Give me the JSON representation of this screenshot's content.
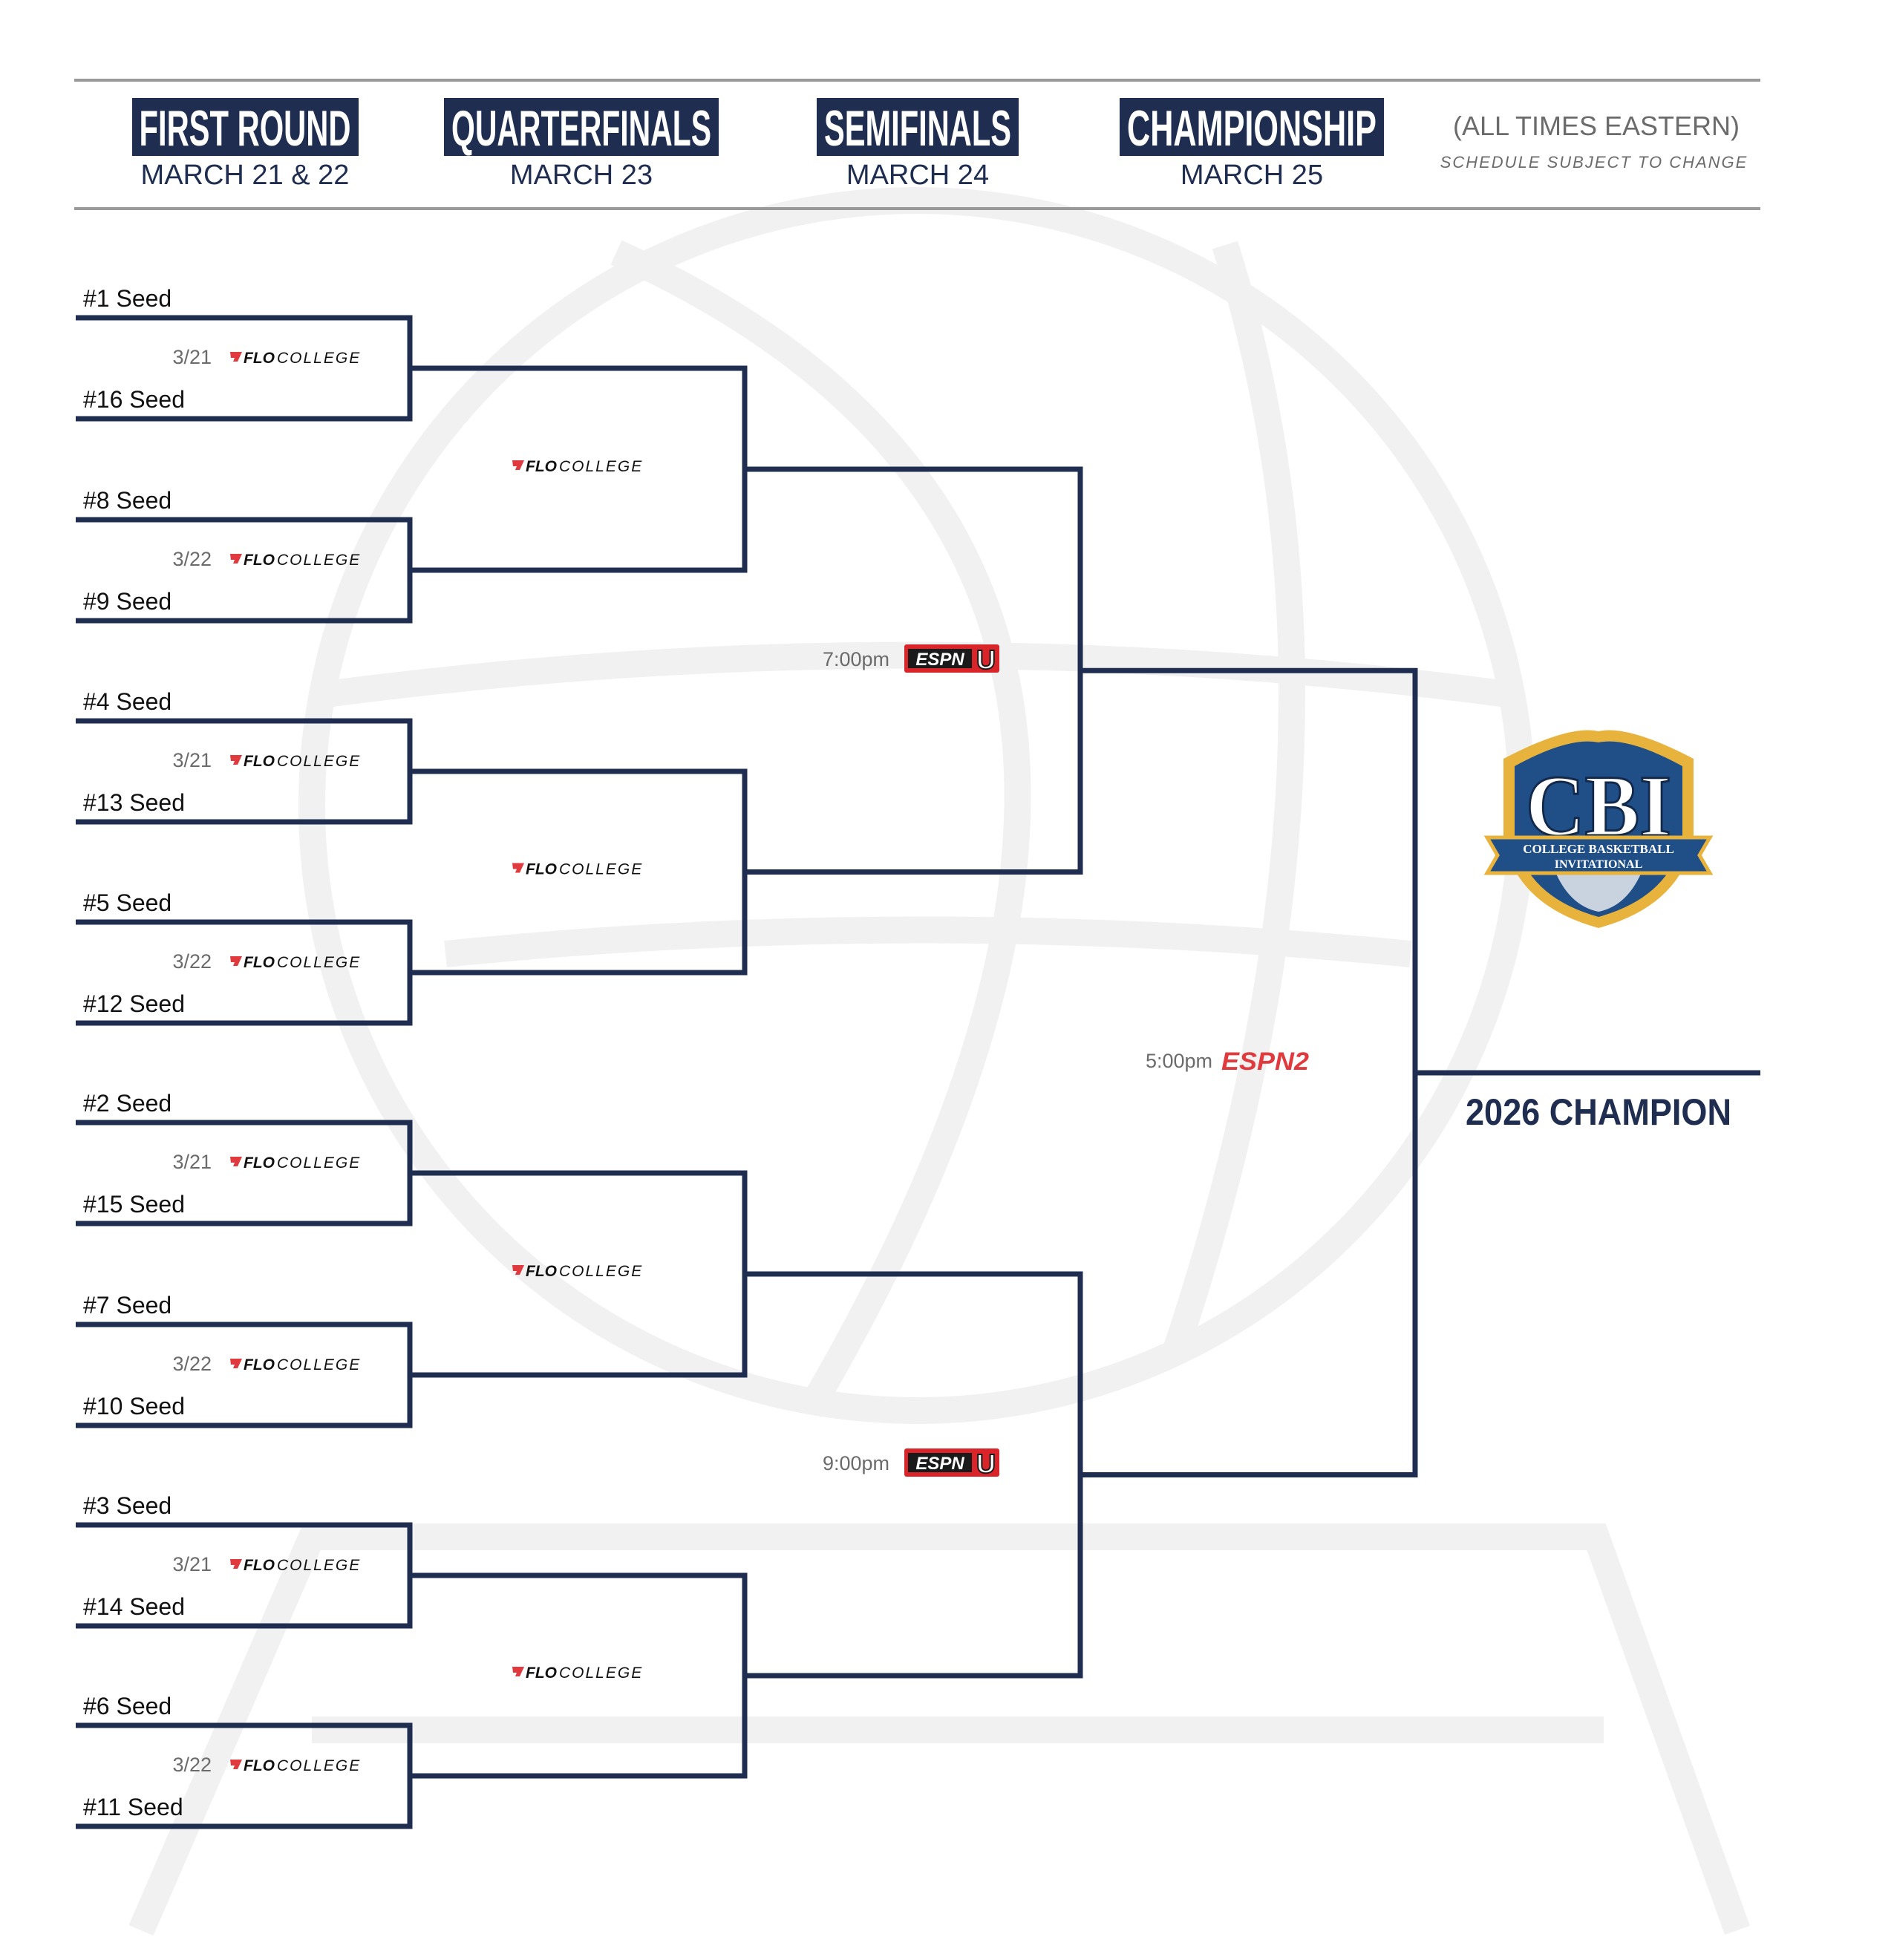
{
  "header": {
    "rounds": [
      {
        "title": "FIRST ROUND",
        "date": "MARCH 21 & 22"
      },
      {
        "title": "QUARTERFINALS",
        "date": "MARCH 23"
      },
      {
        "title": "SEMIFINALS",
        "date": "MARCH 24"
      },
      {
        "title": "CHAMPIONSHIP",
        "date": "MARCH 25"
      }
    ],
    "timezone_note": "(ALL TIMES EASTERN)",
    "schedule_note": "SCHEDULE SUBJECT TO CHANGE"
  },
  "first_round": [
    {
      "top": "#1 Seed",
      "bottom": "#16 Seed",
      "date": "3/21"
    },
    {
      "top": "#8 Seed",
      "bottom": "#9 Seed",
      "date": "3/22"
    },
    {
      "top": "#4 Seed",
      "bottom": "#13 Seed",
      "date": "3/21"
    },
    {
      "top": "#5 Seed",
      "bottom": "#12 Seed",
      "date": "3/22"
    },
    {
      "top": "#2 Seed",
      "bottom": "#15 Seed",
      "date": "3/21"
    },
    {
      "top": "#7 Seed",
      "bottom": "#10 Seed",
      "date": "3/22"
    },
    {
      "top": "#3 Seed",
      "bottom": "#14 Seed",
      "date": "3/21"
    },
    {
      "top": "#6 Seed",
      "bottom": "#11 Seed",
      "date": "3/22"
    }
  ],
  "broadcast": {
    "flo_prefix": "FLO",
    "flo_suffix": "COLLEGE",
    "espnu_text": "ESPN",
    "espnu_letter": "U",
    "espn2_text": "ESPN2"
  },
  "semifinals": [
    {
      "time": "7:00pm"
    },
    {
      "time": "9:00pm"
    }
  ],
  "championship": {
    "time": "5:00pm",
    "champion_label": "2026 CHAMPION"
  },
  "logo": {
    "letters": "CBI",
    "line1": "COLLEGE BASKETBALL",
    "line2": "INVITATIONAL"
  },
  "colors": {
    "navy": "#1f2d50",
    "red": "#e03a3e",
    "gold": "#e8b33c",
    "shield_blue": "#1f4f86",
    "gray_text": "#6b6b6b",
    "rule_gray": "#9a9a9a",
    "watermark": "#f1f1f1"
  }
}
